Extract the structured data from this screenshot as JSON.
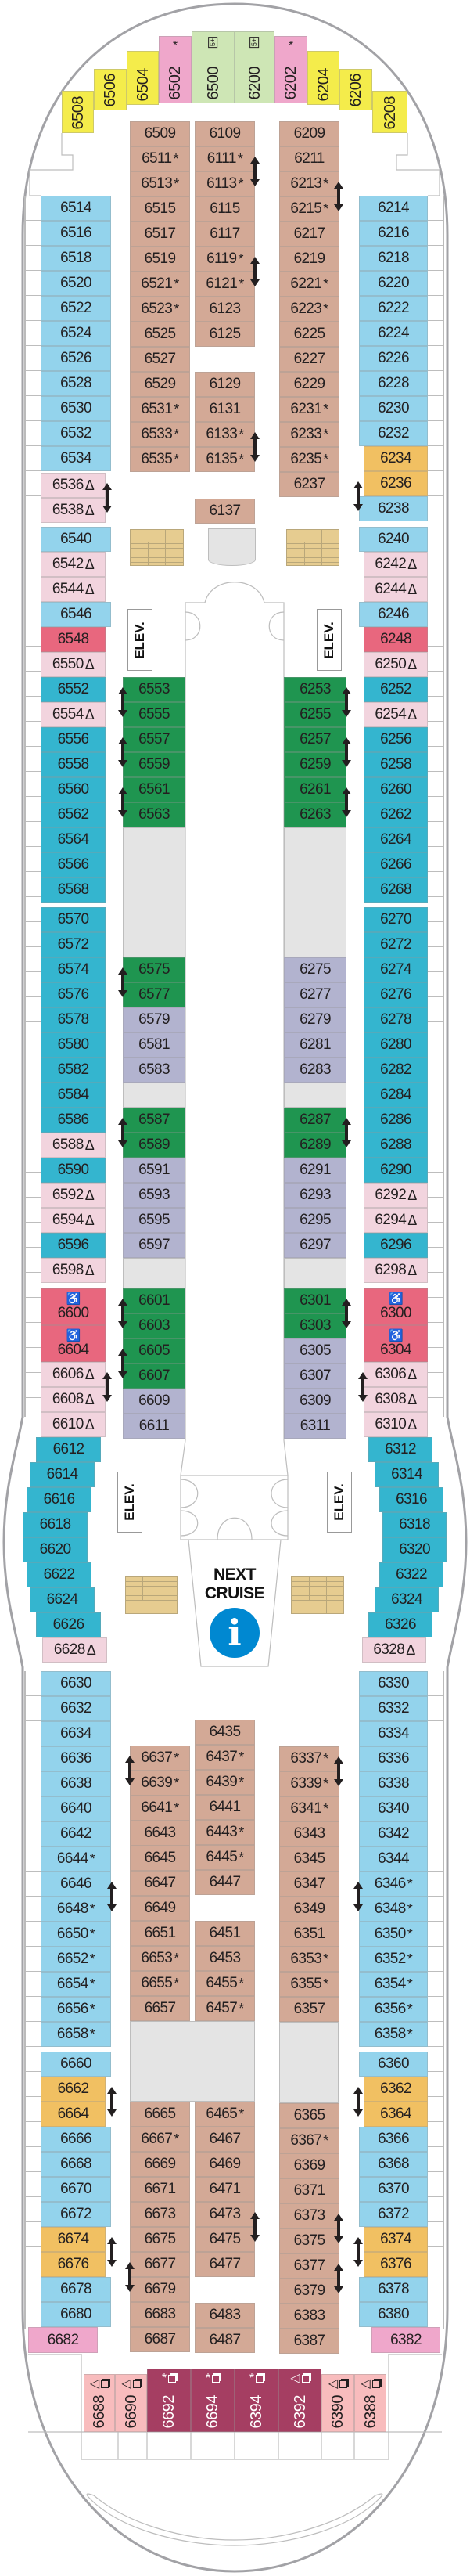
{
  "colors": {
    "lb": "#93d3ec",
    "tl": "#34b5cf",
    "pp": "#f2d4de",
    "rd": "#e8677e",
    "or": "#f1c062",
    "pk": "#efa7cb",
    "br": "#d3a996",
    "gr": "#1f9550",
    "lv": "#b2b3cf",
    "yl": "#f4ec4b",
    "lg": "#cee6b5",
    "mr": "#a53e62",
    "sa": "#f8bcbd",
    "info": "#0088d1"
  },
  "labels": {
    "elevator": "ELEV.",
    "next_cruise": "NEXT CRUISE",
    "info": "i"
  },
  "bow_row": [
    {
      "n": "6508",
      "c": "yl"
    },
    {
      "n": "6506",
      "c": "yl"
    },
    {
      "n": "6504",
      "c": "yl"
    },
    {
      "n": "6502",
      "c": "pk",
      "m": "*"
    },
    {
      "n": "6500",
      "c": "lg",
      "b": "5+"
    },
    {
      "n": "6200",
      "c": "lg",
      "b": "5+"
    },
    {
      "n": "6202",
      "c": "pk",
      "m": "*"
    },
    {
      "n": "6204",
      "c": "yl"
    },
    {
      "n": "6206",
      "c": "yl"
    },
    {
      "n": "6208",
      "c": "yl"
    }
  ],
  "stern_row": [
    {
      "n": "6688",
      "c": "sa",
      "m": "◁"
    },
    {
      "n": "6690",
      "c": "sa",
      "m": "◁"
    },
    {
      "n": "6692",
      "c": "mr",
      "m": "*"
    },
    {
      "n": "6694",
      "c": "mr",
      "m": "*"
    },
    {
      "n": "6394",
      "c": "mr",
      "m": "*"
    },
    {
      "n": "6392",
      "c": "mr",
      "m": "◁"
    },
    {
      "n": "6390",
      "c": "sa",
      "m": "◁"
    },
    {
      "n": "6388",
      "c": "sa",
      "m": "◁"
    }
  ],
  "port_outer": [
    {
      "n": "6514",
      "c": "lb"
    },
    {
      "n": "6516",
      "c": "lb"
    },
    {
      "n": "6518",
      "c": "lb"
    },
    {
      "n": "6520",
      "c": "lb"
    },
    {
      "n": "6522",
      "c": "lb"
    },
    {
      "n": "6524",
      "c": "lb"
    },
    {
      "n": "6526",
      "c": "lb"
    },
    {
      "n": "6528",
      "c": "lb"
    },
    {
      "n": "6530",
      "c": "lb"
    },
    {
      "n": "6532",
      "c": "lb"
    },
    {
      "n": "6534",
      "c": "lb"
    },
    {
      "n": "6536",
      "c": "pp",
      "m": "Δ"
    },
    {
      "n": "6538",
      "c": "pp",
      "m": "Δ"
    },
    {
      "n": "6540",
      "c": "lb"
    },
    {
      "n": "6542",
      "c": "pp",
      "m": "Δ"
    },
    {
      "n": "6544",
      "c": "pp",
      "m": "Δ"
    },
    {
      "n": "6546",
      "c": "lb"
    },
    {
      "n": "6548",
      "c": "rd"
    },
    {
      "n": "6550",
      "c": "pp",
      "m": "Δ"
    },
    {
      "n": "6552",
      "c": "tl"
    },
    {
      "n": "6554",
      "c": "pp",
      "m": "Δ"
    },
    {
      "n": "6556",
      "c": "tl"
    },
    {
      "n": "6558",
      "c": "tl"
    },
    {
      "n": "6560",
      "c": "tl"
    },
    {
      "n": "6562",
      "c": "tl"
    },
    {
      "n": "6564",
      "c": "tl"
    },
    {
      "n": "6566",
      "c": "tl"
    },
    {
      "n": "6568",
      "c": "tl"
    },
    {
      "n": "6570",
      "c": "tl"
    },
    {
      "n": "6572",
      "c": "tl"
    },
    {
      "n": "6574",
      "c": "tl"
    },
    {
      "n": "6576",
      "c": "tl"
    },
    {
      "n": "6578",
      "c": "tl"
    },
    {
      "n": "6580",
      "c": "tl"
    },
    {
      "n": "6582",
      "c": "tl"
    },
    {
      "n": "6584",
      "c": "tl"
    },
    {
      "n": "6586",
      "c": "tl"
    },
    {
      "n": "6588",
      "c": "pp",
      "m": "Δ"
    },
    {
      "n": "6590",
      "c": "tl"
    },
    {
      "n": "6592",
      "c": "pp",
      "m": "Δ"
    },
    {
      "n": "6594",
      "c": "pp",
      "m": "Δ"
    },
    {
      "n": "6596",
      "c": "tl"
    },
    {
      "n": "6598",
      "c": "pp",
      "m": "Δ"
    },
    {
      "n": "6600",
      "c": "rd",
      "a": true
    },
    {
      "n": "6604",
      "c": "rd",
      "a": true
    },
    {
      "n": "6606",
      "c": "pp",
      "m": "Δ"
    },
    {
      "n": "6608",
      "c": "pp",
      "m": "Δ"
    },
    {
      "n": "6610",
      "c": "pp",
      "m": "Δ"
    },
    {
      "n": "6612",
      "c": "tl"
    },
    {
      "n": "6614",
      "c": "tl"
    },
    {
      "n": "6616",
      "c": "tl"
    },
    {
      "n": "6618",
      "c": "tl"
    },
    {
      "n": "6620",
      "c": "tl"
    },
    {
      "n": "6622",
      "c": "tl"
    },
    {
      "n": "6624",
      "c": "tl"
    },
    {
      "n": "6626",
      "c": "tl"
    },
    {
      "n": "6628",
      "c": "pp",
      "m": "Δ"
    },
    {
      "n": "6630",
      "c": "lb"
    },
    {
      "n": "6632",
      "c": "lb"
    },
    {
      "n": "6634",
      "c": "lb"
    },
    {
      "n": "6636",
      "c": "lb"
    },
    {
      "n": "6638",
      "c": "lb"
    },
    {
      "n": "6640",
      "c": "lb"
    },
    {
      "n": "6642",
      "c": "lb"
    },
    {
      "n": "6644",
      "c": "lb",
      "m": "*"
    },
    {
      "n": "6646",
      "c": "lb"
    },
    {
      "n": "6648",
      "c": "lb",
      "m": "*"
    },
    {
      "n": "6650",
      "c": "lb",
      "m": "*"
    },
    {
      "n": "6652",
      "c": "lb",
      "m": "*"
    },
    {
      "n": "6654",
      "c": "lb",
      "m": "*"
    },
    {
      "n": "6656",
      "c": "lb",
      "m": "*"
    },
    {
      "n": "6658",
      "c": "lb",
      "m": "*"
    },
    {
      "n": "6660",
      "c": "lb"
    },
    {
      "n": "6662",
      "c": "or"
    },
    {
      "n": "6664",
      "c": "or"
    },
    {
      "n": "6666",
      "c": "lb"
    },
    {
      "n": "6668",
      "c": "lb"
    },
    {
      "n": "6670",
      "c": "lb"
    },
    {
      "n": "6672",
      "c": "lb"
    },
    {
      "n": "6674",
      "c": "or"
    },
    {
      "n": "6676",
      "c": "or"
    },
    {
      "n": "6678",
      "c": "lb"
    },
    {
      "n": "6680",
      "c": "lb"
    },
    {
      "n": "6682",
      "c": "pk"
    }
  ],
  "starboard_outer": [
    {
      "n": "6214",
      "c": "lb"
    },
    {
      "n": "6216",
      "c": "lb"
    },
    {
      "n": "6218",
      "c": "lb"
    },
    {
      "n": "6220",
      "c": "lb"
    },
    {
      "n": "6222",
      "c": "lb"
    },
    {
      "n": "6224",
      "c": "lb"
    },
    {
      "n": "6226",
      "c": "lb"
    },
    {
      "n": "6228",
      "c": "lb"
    },
    {
      "n": "6230",
      "c": "lb"
    },
    {
      "n": "6232",
      "c": "lb"
    },
    {
      "n": "6234",
      "c": "or"
    },
    {
      "n": "6236",
      "c": "or"
    },
    {
      "n": "6238",
      "c": "lb"
    },
    {
      "n": "6240",
      "c": "lb"
    },
    {
      "n": "6242",
      "c": "pp",
      "m": "Δ"
    },
    {
      "n": "6244",
      "c": "pp",
      "m": "Δ"
    },
    {
      "n": "6246",
      "c": "lb"
    },
    {
      "n": "6248",
      "c": "rd"
    },
    {
      "n": "6250",
      "c": "pp",
      "m": "Δ"
    },
    {
      "n": "6252",
      "c": "tl"
    },
    {
      "n": "6254",
      "c": "pp",
      "m": "Δ"
    },
    {
      "n": "6256",
      "c": "tl"
    },
    {
      "n": "6258",
      "c": "tl"
    },
    {
      "n": "6260",
      "c": "tl"
    },
    {
      "n": "6262",
      "c": "tl"
    },
    {
      "n": "6264",
      "c": "tl"
    },
    {
      "n": "6266",
      "c": "tl"
    },
    {
      "n": "6268",
      "c": "tl"
    },
    {
      "n": "6270",
      "c": "tl"
    },
    {
      "n": "6272",
      "c": "tl"
    },
    {
      "n": "6274",
      "c": "tl"
    },
    {
      "n": "6276",
      "c": "tl"
    },
    {
      "n": "6278",
      "c": "tl"
    },
    {
      "n": "6280",
      "c": "tl"
    },
    {
      "n": "6282",
      "c": "tl"
    },
    {
      "n": "6284",
      "c": "tl"
    },
    {
      "n": "6286",
      "c": "tl"
    },
    {
      "n": "6288",
      "c": "tl"
    },
    {
      "n": "6290",
      "c": "tl"
    },
    {
      "n": "6292",
      "c": "pp",
      "m": "Δ"
    },
    {
      "n": "6294",
      "c": "pp",
      "m": "Δ"
    },
    {
      "n": "6296",
      "c": "tl"
    },
    {
      "n": "6298",
      "c": "pp",
      "m": "Δ"
    },
    {
      "n": "6300",
      "c": "rd",
      "a": true
    },
    {
      "n": "6304",
      "c": "rd",
      "a": true
    },
    {
      "n": "6306",
      "c": "pp",
      "m": "Δ"
    },
    {
      "n": "6308",
      "c": "pp",
      "m": "Δ"
    },
    {
      "n": "6310",
      "c": "pp",
      "m": "Δ"
    },
    {
      "n": "6312",
      "c": "tl"
    },
    {
      "n": "6314",
      "c": "tl"
    },
    {
      "n": "6316",
      "c": "tl"
    },
    {
      "n": "6318",
      "c": "tl"
    },
    {
      "n": "6320",
      "c": "tl"
    },
    {
      "n": "6322",
      "c": "tl"
    },
    {
      "n": "6324",
      "c": "tl"
    },
    {
      "n": "6326",
      "c": "tl"
    },
    {
      "n": "6328",
      "c": "pp",
      "m": "Δ"
    },
    {
      "n": "6330",
      "c": "lb"
    },
    {
      "n": "6332",
      "c": "lb"
    },
    {
      "n": "6334",
      "c": "lb"
    },
    {
      "n": "6336",
      "c": "lb"
    },
    {
      "n": "6338",
      "c": "lb"
    },
    {
      "n": "6340",
      "c": "lb"
    },
    {
      "n": "6342",
      "c": "lb"
    },
    {
      "n": "6344",
      "c": "lb"
    },
    {
      "n": "6346",
      "c": "lb",
      "m": "*"
    },
    {
      "n": "6348",
      "c": "lb",
      "m": "*"
    },
    {
      "n": "6350",
      "c": "lb",
      "m": "*"
    },
    {
      "n": "6352",
      "c": "lb",
      "m": "*"
    },
    {
      "n": "6354",
      "c": "lb",
      "m": "*"
    },
    {
      "n": "6356",
      "c": "lb",
      "m": "*"
    },
    {
      "n": "6358",
      "c": "lb",
      "m": "*"
    },
    {
      "n": "6360",
      "c": "lb"
    },
    {
      "n": "6362",
      "c": "or"
    },
    {
      "n": "6364",
      "c": "or"
    },
    {
      "n": "6366",
      "c": "lb"
    },
    {
      "n": "6368",
      "c": "lb"
    },
    {
      "n": "6370",
      "c": "lb"
    },
    {
      "n": "6372",
      "c": "lb"
    },
    {
      "n": "6374",
      "c": "or"
    },
    {
      "n": "6376",
      "c": "or"
    },
    {
      "n": "6378",
      "c": "lb"
    },
    {
      "n": "6380",
      "c": "lb"
    },
    {
      "n": "6382",
      "c": "pk"
    }
  ],
  "port_inner": [
    {
      "n": "6509",
      "c": "br"
    },
    {
      "n": "6511",
      "c": "br",
      "m": "*"
    },
    {
      "n": "6513",
      "c": "br",
      "m": "*"
    },
    {
      "n": "6515",
      "c": "br"
    },
    {
      "n": "6517",
      "c": "br"
    },
    {
      "n": "6519",
      "c": "br"
    },
    {
      "n": "6521",
      "c": "br",
      "m": "*"
    },
    {
      "n": "6523",
      "c": "br",
      "m": "*"
    },
    {
      "n": "6525",
      "c": "br"
    },
    {
      "n": "6527",
      "c": "br"
    },
    {
      "n": "6529",
      "c": "br"
    },
    {
      "n": "6531",
      "c": "br",
      "m": "*"
    },
    {
      "n": "6533",
      "c": "br",
      "m": "*"
    },
    {
      "n": "6535",
      "c": "br",
      "m": "*"
    },
    {
      "n": "6553",
      "c": "gr"
    },
    {
      "n": "6555",
      "c": "gr"
    },
    {
      "n": "6557",
      "c": "gr"
    },
    {
      "n": "6559",
      "c": "gr"
    },
    {
      "n": "6561",
      "c": "gr"
    },
    {
      "n": "6563",
      "c": "gr"
    },
    {
      "n": "6575",
      "c": "gr"
    },
    {
      "n": "6577",
      "c": "gr"
    },
    {
      "n": "6579",
      "c": "lv"
    },
    {
      "n": "6581",
      "c": "lv"
    },
    {
      "n": "6583",
      "c": "lv"
    },
    {
      "n": "6587",
      "c": "gr"
    },
    {
      "n": "6589",
      "c": "gr"
    },
    {
      "n": "6591",
      "c": "lv"
    },
    {
      "n": "6593",
      "c": "lv"
    },
    {
      "n": "6595",
      "c": "lv"
    },
    {
      "n": "6597",
      "c": "lv"
    },
    {
      "n": "6601",
      "c": "gr"
    },
    {
      "n": "6603",
      "c": "gr"
    },
    {
      "n": "6605",
      "c": "gr"
    },
    {
      "n": "6607",
      "c": "gr"
    },
    {
      "n": "6609",
      "c": "lv"
    },
    {
      "n": "6611",
      "c": "lv"
    },
    {
      "n": "6637",
      "c": "br",
      "m": "*"
    },
    {
      "n": "6639",
      "c": "br",
      "m": "*"
    },
    {
      "n": "6641",
      "c": "br",
      "m": "*"
    },
    {
      "n": "6643",
      "c": "br"
    },
    {
      "n": "6645",
      "c": "br"
    },
    {
      "n": "6647",
      "c": "br"
    },
    {
      "n": "6649",
      "c": "br"
    },
    {
      "n": "6651",
      "c": "br"
    },
    {
      "n": "6653",
      "c": "br",
      "m": "*"
    },
    {
      "n": "6655",
      "c": "br",
      "m": "*"
    },
    {
      "n": "6657",
      "c": "br"
    },
    {
      "n": "6665",
      "c": "br"
    },
    {
      "n": "6667",
      "c": "br",
      "m": "*"
    },
    {
      "n": "6669",
      "c": "br"
    },
    {
      "n": "6671",
      "c": "br"
    },
    {
      "n": "6673",
      "c": "br"
    },
    {
      "n": "6675",
      "c": "br"
    },
    {
      "n": "6677",
      "c": "br"
    },
    {
      "n": "6679",
      "c": "br"
    },
    {
      "n": "6683",
      "c": "br"
    },
    {
      "n": "6687",
      "c": "br"
    }
  ],
  "center": [
    {
      "n": "6109",
      "c": "br"
    },
    {
      "n": "6111",
      "c": "br",
      "m": "*"
    },
    {
      "n": "6113",
      "c": "br",
      "m": "*"
    },
    {
      "n": "6115",
      "c": "br"
    },
    {
      "n": "6117",
      "c": "br"
    },
    {
      "n": "6119",
      "c": "br",
      "m": "*"
    },
    {
      "n": "6121",
      "c": "br",
      "m": "*"
    },
    {
      "n": "6123",
      "c": "br"
    },
    {
      "n": "6125",
      "c": "br"
    },
    {
      "n": "6129",
      "c": "br"
    },
    {
      "n": "6131",
      "c": "br"
    },
    {
      "n": "6133",
      "c": "br",
      "m": "*"
    },
    {
      "n": "6135",
      "c": "br",
      "m": "*"
    },
    {
      "n": "6137",
      "c": "br"
    },
    {
      "n": "6435",
      "c": "br"
    },
    {
      "n": "6437",
      "c": "br",
      "m": "*"
    },
    {
      "n": "6439",
      "c": "br",
      "m": "*"
    },
    {
      "n": "6441",
      "c": "br"
    },
    {
      "n": "6443",
      "c": "br",
      "m": "*"
    },
    {
      "n": "6445",
      "c": "br",
      "m": "*"
    },
    {
      "n": "6447",
      "c": "br"
    },
    {
      "n": "6451",
      "c": "br"
    },
    {
      "n": "6453",
      "c": "br"
    },
    {
      "n": "6455",
      "c": "br",
      "m": "*"
    },
    {
      "n": "6457",
      "c": "br",
      "m": "*"
    },
    {
      "n": "6465",
      "c": "br",
      "m": "*"
    },
    {
      "n": "6467",
      "c": "br"
    },
    {
      "n": "6469",
      "c": "br"
    },
    {
      "n": "6471",
      "c": "br"
    },
    {
      "n": "6473",
      "c": "br"
    },
    {
      "n": "6475",
      "c": "br"
    },
    {
      "n": "6477",
      "c": "br"
    },
    {
      "n": "6483",
      "c": "br"
    },
    {
      "n": "6487",
      "c": "br"
    }
  ],
  "starboard_inner": [
    {
      "n": "6209",
      "c": "br"
    },
    {
      "n": "6211",
      "c": "br"
    },
    {
      "n": "6213",
      "c": "br",
      "m": "*"
    },
    {
      "n": "6215",
      "c": "br",
      "m": "*"
    },
    {
      "n": "6217",
      "c": "br"
    },
    {
      "n": "6219",
      "c": "br"
    },
    {
      "n": "6221",
      "c": "br",
      "m": "*"
    },
    {
      "n": "6223",
      "c": "br",
      "m": "*"
    },
    {
      "n": "6225",
      "c": "br"
    },
    {
      "n": "6227",
      "c": "br"
    },
    {
      "n": "6229",
      "c": "br"
    },
    {
      "n": "6231",
      "c": "br",
      "m": "*"
    },
    {
      "n": "6233",
      "c": "br",
      "m": "*"
    },
    {
      "n": "6235",
      "c": "br",
      "m": "*"
    },
    {
      "n": "6237",
      "c": "br"
    },
    {
      "n": "6253",
      "c": "gr"
    },
    {
      "n": "6255",
      "c": "gr"
    },
    {
      "n": "6257",
      "c": "gr"
    },
    {
      "n": "6259",
      "c": "gr"
    },
    {
      "n": "6261",
      "c": "gr"
    },
    {
      "n": "6263",
      "c": "gr"
    },
    {
      "n": "6275",
      "c": "lv"
    },
    {
      "n": "6277",
      "c": "lv"
    },
    {
      "n": "6279",
      "c": "lv"
    },
    {
      "n": "6281",
      "c": "lv"
    },
    {
      "n": "6283",
      "c": "lv"
    },
    {
      "n": "6287",
      "c": "gr"
    },
    {
      "n": "6289",
      "c": "gr"
    },
    {
      "n": "6291",
      "c": "lv"
    },
    {
      "n": "6293",
      "c": "lv"
    },
    {
      "n": "6295",
      "c": "lv"
    },
    {
      "n": "6297",
      "c": "lv"
    },
    {
      "n": "6301",
      "c": "gr"
    },
    {
      "n": "6303",
      "c": "gr"
    },
    {
      "n": "6305",
      "c": "lv"
    },
    {
      "n": "6307",
      "c": "lv"
    },
    {
      "n": "6309",
      "c": "lv"
    },
    {
      "n": "6311",
      "c": "lv"
    },
    {
      "n": "6337",
      "c": "br",
      "m": "*"
    },
    {
      "n": "6339",
      "c": "br",
      "m": "*"
    },
    {
      "n": "6341",
      "c": "br",
      "m": "*"
    },
    {
      "n": "6343",
      "c": "br"
    },
    {
      "n": "6345",
      "c": "br"
    },
    {
      "n": "6347",
      "c": "br"
    },
    {
      "n": "6349",
      "c": "br"
    },
    {
      "n": "6351",
      "c": "br"
    },
    {
      "n": "6353",
      "c": "br",
      "m": "*"
    },
    {
      "n": "6355",
      "c": "br",
      "m": "*"
    },
    {
      "n": "6357",
      "c": "br"
    },
    {
      "n": "6365",
      "c": "br"
    },
    {
      "n": "6367",
      "c": "br",
      "m": "*"
    },
    {
      "n": "6369",
      "c": "br"
    },
    {
      "n": "6371",
      "c": "br"
    },
    {
      "n": "6373",
      "c": "br"
    },
    {
      "n": "6375",
      "c": "br"
    },
    {
      "n": "6377",
      "c": "br"
    },
    {
      "n": "6379",
      "c": "br"
    },
    {
      "n": "6383",
      "c": "br"
    },
    {
      "n": "6387",
      "c": "br"
    }
  ]
}
